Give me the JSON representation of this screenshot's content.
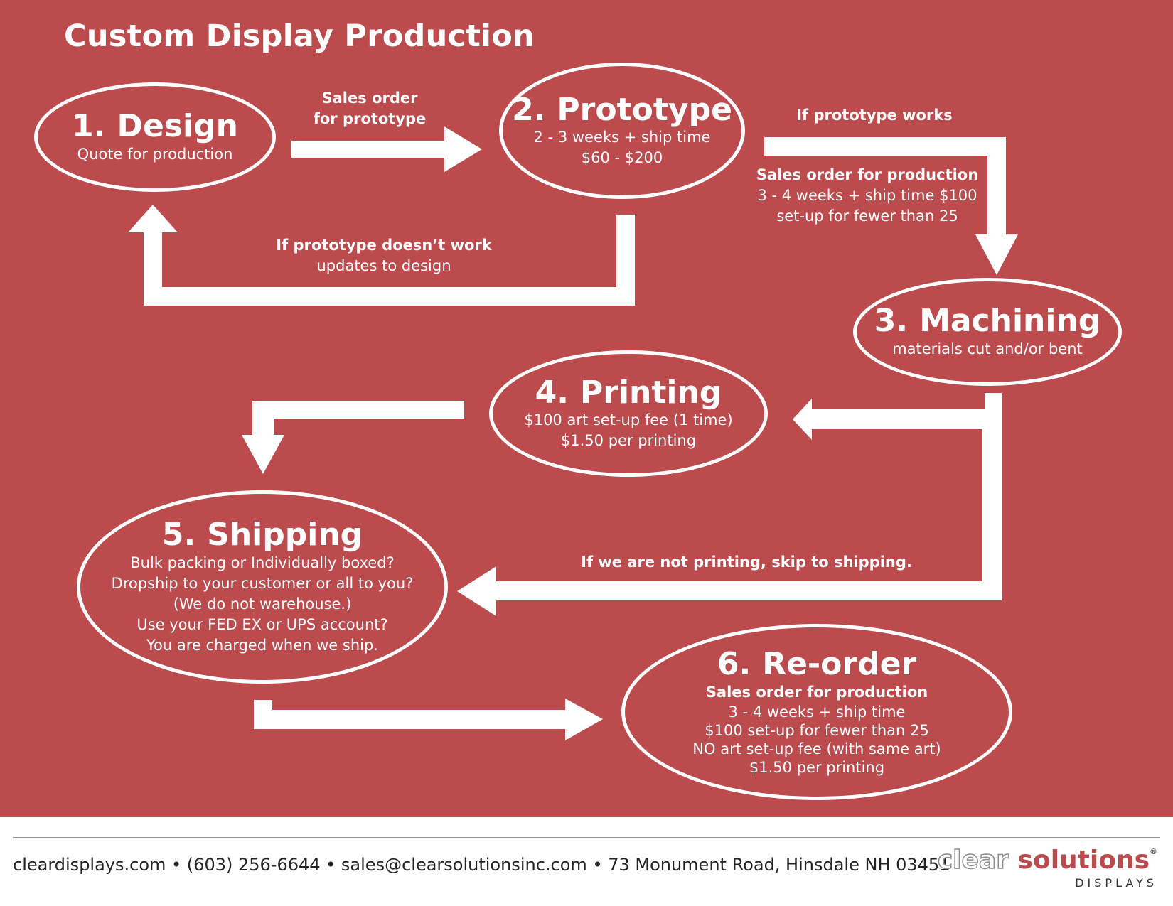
{
  "title": "Custom Display Production",
  "colors": {
    "background": "#bc4b4d",
    "foreground": "#ffffff",
    "logo_accent": "#bc4b4d"
  },
  "nodes": {
    "design": {
      "number": "1.",
      "title": "Design",
      "lines": [
        "Quote for production"
      ]
    },
    "prototype": {
      "number": "2.",
      "title": "Prototype",
      "lines": [
        "2 - 3 weeks + ship time",
        "$60 - $200"
      ]
    },
    "machining": {
      "number": "3.",
      "title": "Machining",
      "lines": [
        "materials cut and/or bent"
      ]
    },
    "printing": {
      "number": "4.",
      "title": "Printing",
      "lines": [
        "$100 art set-up fee (1 time)",
        "$1.50 per printing"
      ]
    },
    "shipping": {
      "number": "5.",
      "title": "Shipping",
      "lines": [
        "Bulk packing or Individually boxed?",
        "Dropship to your customer or all to you?",
        "(We do not warehouse.)",
        "Use your FED EX or UPS account?",
        "You are charged when we ship."
      ]
    },
    "reorder": {
      "number": "6.",
      "title": "Re-order",
      "bold_line": "Sales order for production",
      "lines": [
        "3 - 4 weeks + ship time",
        "$100 set-up for fewer than 25",
        "NO art set-up fee (with same art)",
        "$1.50 per printing"
      ]
    }
  },
  "edge_labels": {
    "design_to_prototype": [
      "Sales order",
      "for prototype"
    ],
    "prototype_fail": {
      "bold": "If prototype doesn’t work",
      "normal": "updates to design"
    },
    "prototype_works": "If prototype works",
    "production": {
      "bold": "Sales order for production",
      "lines": [
        "3 - 4 weeks + ship time $100",
        "set-up for fewer than 25"
      ]
    },
    "skip_printing": "If we are not printing, skip to shipping."
  },
  "footer": {
    "contact": "cleardisplays.com • (603) 256-6644 • sales@clearsolutionsinc.com • 73 Monument Road, Hinsdale NH 03451",
    "logo_clear": "clear",
    "logo_solutions": "solutions",
    "logo_reg": "®",
    "logo_sub": "DISPLAYS"
  }
}
